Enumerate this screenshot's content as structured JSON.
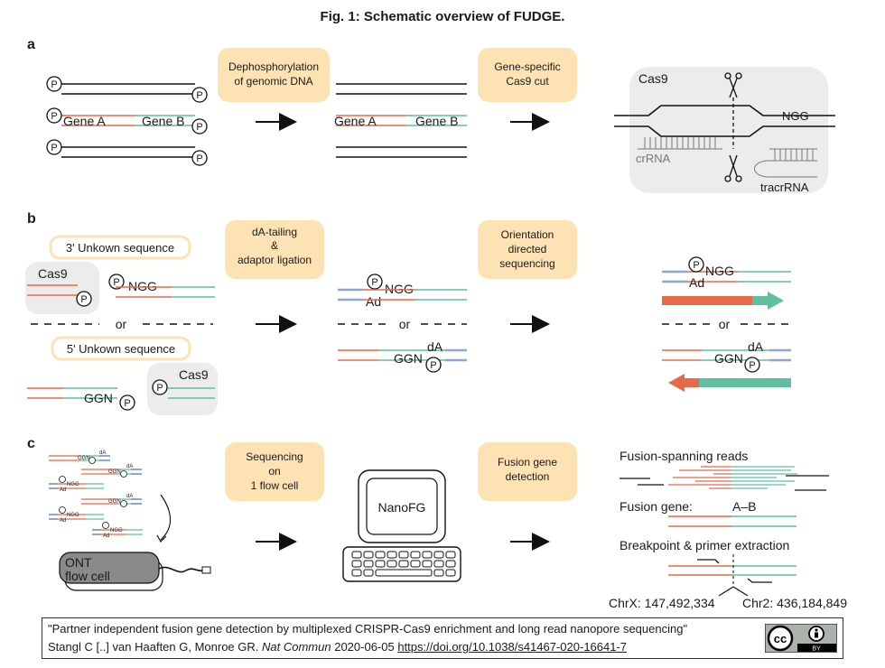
{
  "title": "Fig. 1: Schematic overview of FUDGE.",
  "panel_a": {
    "label": "a",
    "step1": [
      "Dephosphorylation",
      "of genomic DNA"
    ],
    "step2": [
      "Gene-specific",
      "Cas9 cut"
    ],
    "gene_a": "Gene A",
    "gene_b": "Gene B",
    "phosphate": "P",
    "cas9": "Cas9",
    "ngg": "NGG",
    "crrna": "crRNA",
    "tracrrna": "tracrRNA"
  },
  "panel_b": {
    "label": "b",
    "three_prime": "3' Unkown sequence",
    "five_prime": "5' Unkown sequence",
    "cas9": "Cas9",
    "ngg": "NGG",
    "ggn": "GGN",
    "or": "or",
    "step1": [
      "dA-tailing",
      "&",
      "adaptor ligation"
    ],
    "step2": [
      "Orientation",
      "directed",
      "sequencing"
    ],
    "ad": "Ad",
    "da": "dA"
  },
  "panel_c": {
    "label": "c",
    "step1": [
      "Sequencing",
      "on",
      "1 flow cell"
    ],
    "step2": [
      "Fusion gene",
      "detection"
    ],
    "flow_cell": [
      "ONT",
      "flow cell"
    ],
    "software": "NanoFG",
    "fusion_reads": "Fusion-spanning reads",
    "fusion_gene_label": "Fusion gene:",
    "fusion_gene_value": "A–B",
    "breakpoint_label": "Breakpoint & primer extraction",
    "chrx": "ChrX: 147,492,334",
    "chr2": "Chr2: 436,184,849",
    "mini_ngg": "NGG",
    "mini_ggn": "GGN",
    "mini_da": "dA",
    "mini_ad": "Ad"
  },
  "citation": {
    "line1": "\"Partner independent fusion gene detection by multiplexed CRISPR-Cas9 enrichment and long read nanopore sequencing\"",
    "authors": "Stangl C [..] van Haaften G, Monroe GR.",
    "journal": "Nat Commun",
    "date": "2020-06-05",
    "doi": "https://doi.org/10.1038/s41467-020-16641-7",
    "license_icons": [
      "cc-icon",
      "by-icon"
    ],
    "by": "BY"
  },
  "colors": {
    "red": "#e8684a",
    "teal": "#5fbf9f",
    "blue": "#8fa7d0",
    "box": "#fde3b4",
    "grey": "#ececec"
  }
}
